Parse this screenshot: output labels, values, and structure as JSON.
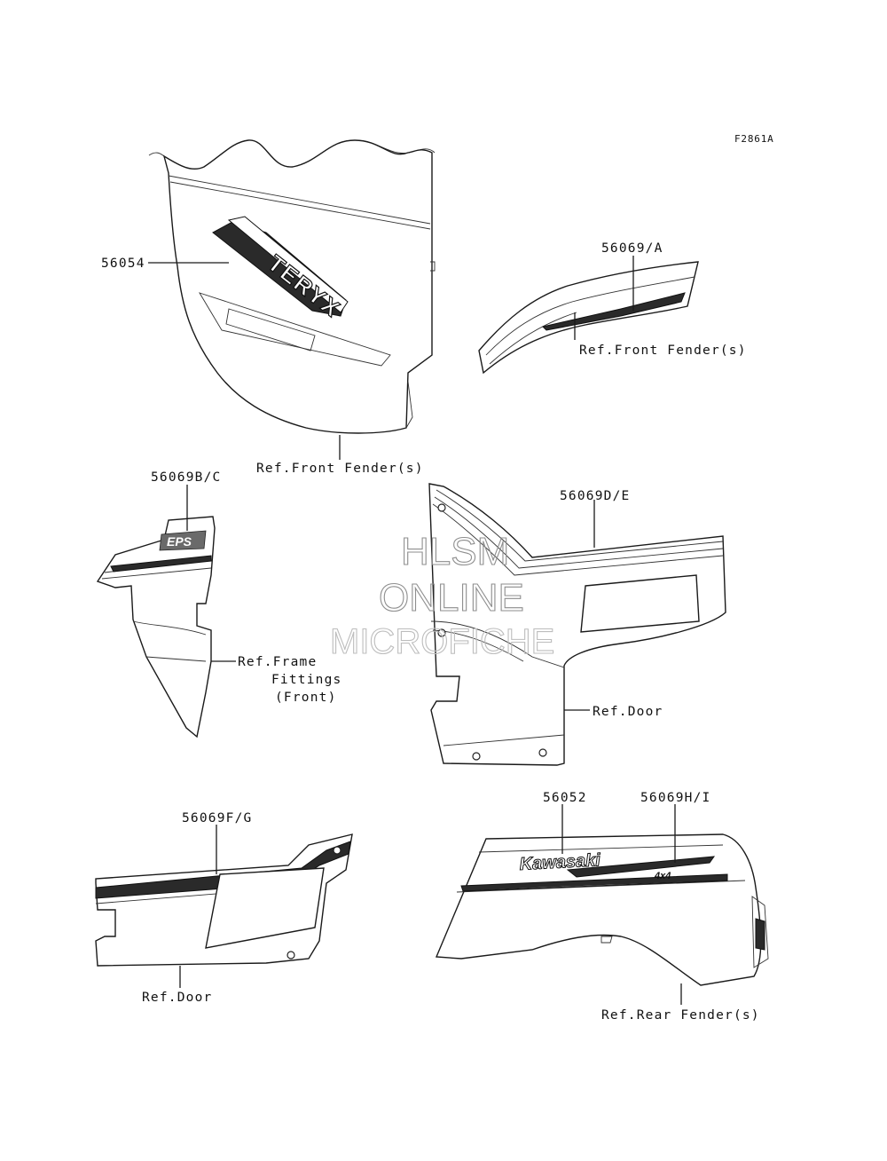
{
  "figure_id": "F2861A",
  "watermark": {
    "line1": "HLSM",
    "line2": "ONLINE",
    "line3": "MICROFICHE"
  },
  "logos": {
    "teryx": "TERYX",
    "eps": "EPS",
    "kawasaki": "Kawasaki",
    "small_badge": "4x4"
  },
  "labels": {
    "p56054": "56054",
    "p56069a": "56069/A",
    "ref_front_fender_1": "Ref.Front Fender(s)",
    "ref_front_fender_2": "Ref.Front Fender(s)",
    "p56069bc": "56069B/C",
    "ref_frame_1": "Ref.Frame",
    "ref_frame_2": "Fittings",
    "ref_frame_3": "(Front)",
    "p56069de": "56069D/E",
    "ref_door_1": "Ref.Door",
    "p56069fg": "56069F/G",
    "ref_door_2": "Ref.Door",
    "p56052": "56052",
    "p56069hi": "56069H/I",
    "ref_rear_fender": "Ref.Rear Fender(s)"
  }
}
